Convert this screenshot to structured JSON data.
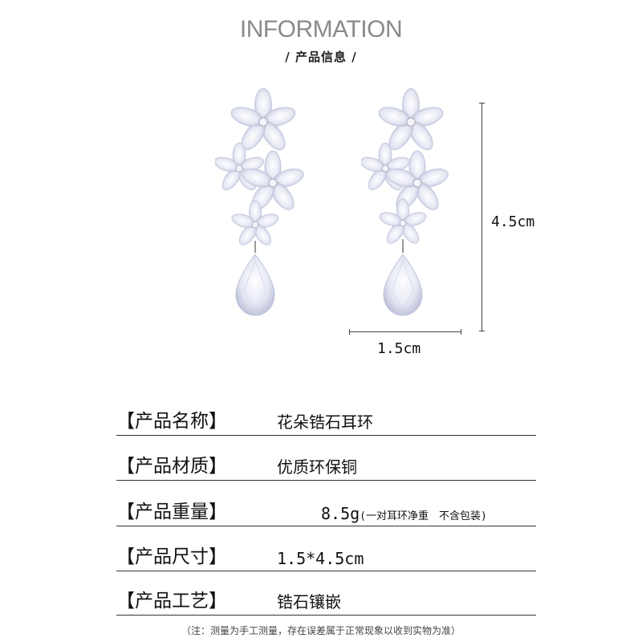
{
  "header": {
    "title": "INFORMATION",
    "subtitle": "/ 产品信息 /"
  },
  "image": {
    "description": "pair of flower cubic zirconia drop earrings",
    "dimension_height": "4.5cm",
    "dimension_width": "1.5cm"
  },
  "specs": [
    {
      "label": "【产品名称】",
      "value": "花朵锆石耳环"
    },
    {
      "label": "【产品材质】",
      "value": "优质环保铜"
    },
    {
      "label": "【产品重量】",
      "value": "8.5g",
      "note": "(一对耳环净重　不含包装)"
    },
    {
      "label": "【产品尺寸】",
      "value": "1.5*4.5cm"
    },
    {
      "label": "【产品工艺】",
      "value": "锆石镶嵌"
    }
  ],
  "footnote": "（注：测量为手工测量，存在误差属于正常现象以收到实物为准）"
}
